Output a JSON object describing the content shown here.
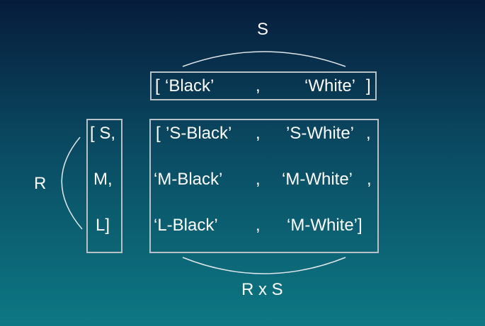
{
  "labels": {
    "s": "S",
    "r": "R",
    "product": "R x S"
  },
  "s_list": {
    "open": "[",
    "item1": "‘Black’",
    "comma": ",",
    "item2": "‘White’",
    "close": "]"
  },
  "r_list": {
    "row1": "[ S,",
    "row2": "M,",
    "row3": "L]"
  },
  "product_list": {
    "row1": {
      "open": "[",
      "item1": "’S-Black’",
      "comma1": ",",
      "item2": "’S-White’",
      "comma2": ","
    },
    "row2": {
      "item1": "‘M-Black’",
      "comma1": ",",
      "item2": "‘M-White’",
      "comma2": ","
    },
    "row3": {
      "item1": "‘L-Black’",
      "comma1": ",",
      "item2": "‘M-White’]"
    }
  },
  "colors": {
    "background_top": "#061c3b",
    "background_bottom": "#0d7883",
    "text": "#ffffff",
    "border": "#b8c2c6"
  }
}
